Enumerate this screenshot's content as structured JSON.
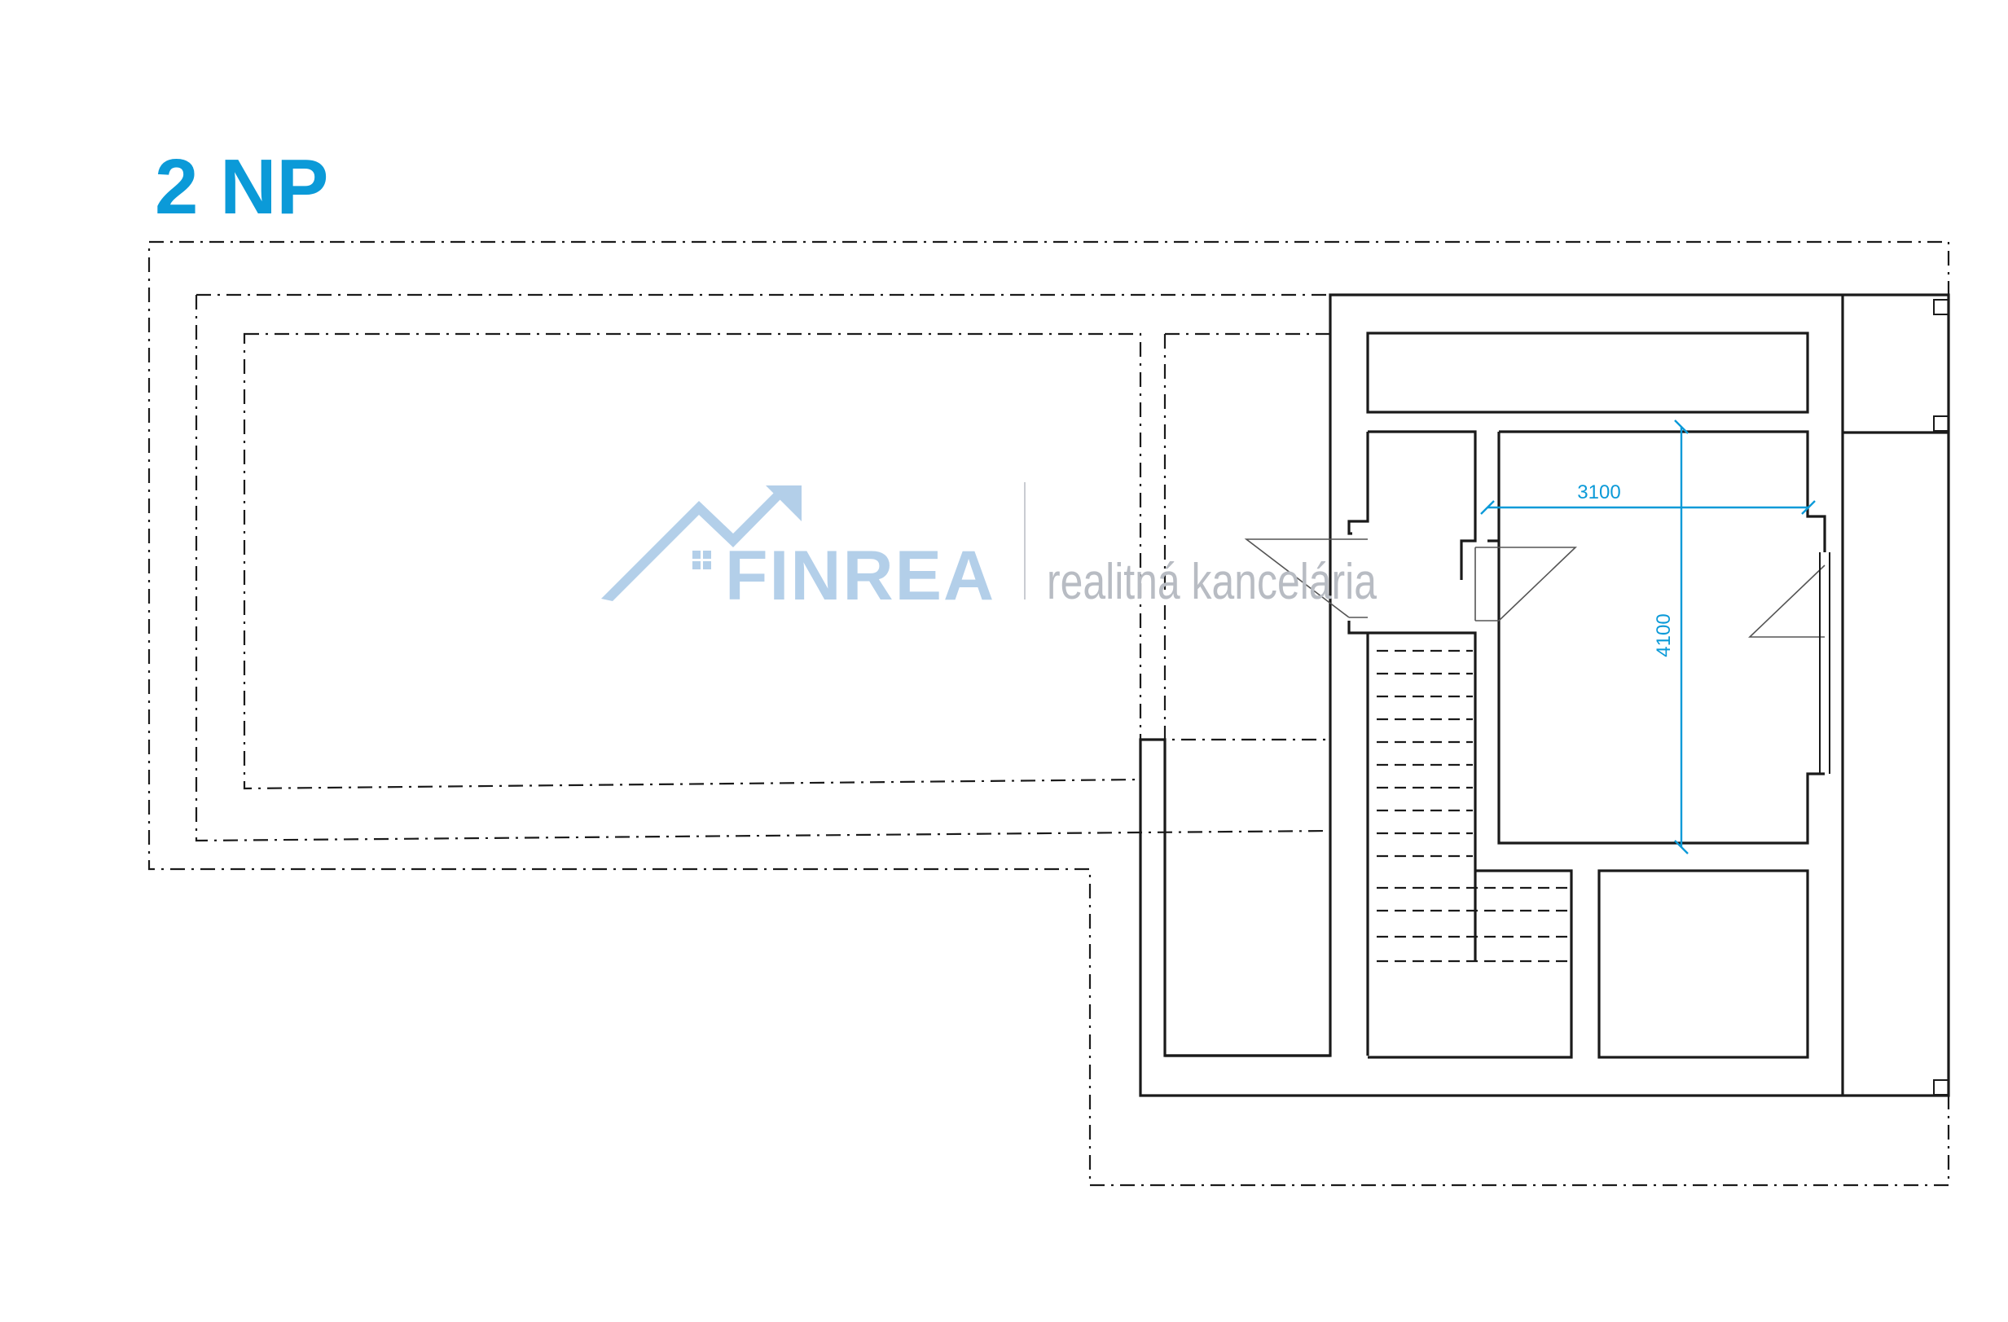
{
  "floor_label": "2 NP",
  "watermark": {
    "brand": "FINREA",
    "tagline": "realitná kancelária"
  },
  "dimensions": {
    "width_mm": "3100",
    "height_mm": "4100"
  },
  "colors": {
    "accent": "#0b9ad8",
    "watermark": "#b3cfe9",
    "lines": "#1a1a1a"
  }
}
